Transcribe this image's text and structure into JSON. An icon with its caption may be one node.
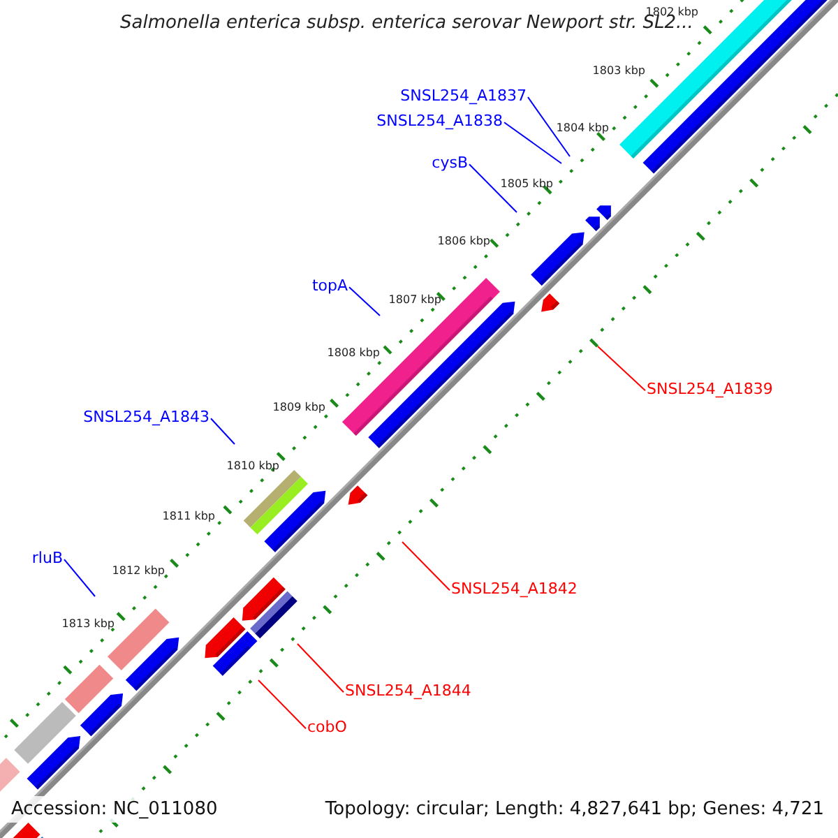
{
  "diagram": {
    "title": "Salmonella enterica subsp. enterica serovar Newport str. SL2...",
    "nodes": [
      {
        "text": [
          "SNSL254_A1837"
        ]
      },
      {
        "text": [
          "SNSL254_A1838"
        ]
      },
      {
        "text": [
          "cysB"
        ]
      },
      {
        "text": [
          "topA"
        ]
      },
      {
        "text": [
          "SNSL254_A1839"
        ]
      },
      {
        "text": [
          "SNSL254_A1843"
        ]
      },
      {
        "text": [
          "SNSL254_A1842"
        ]
      },
      {
        "text": [
          "rluB"
        ]
      },
      {
        "text": [
          "SNSL254_A1844"
        ]
      },
      {
        "text": [
          "cobO"
        ]
      }
    ],
    "edges": [
      {
        "from": 0,
        "to": null,
        "arrow": "none",
        "color": "#0000ff"
      },
      {
        "from": 1,
        "to": null,
        "arrow": "none",
        "color": "#0000ff"
      },
      {
        "from": 2,
        "to": null,
        "arrow": "none",
        "color": "#0000ff"
      },
      {
        "from": 3,
        "to": null,
        "arrow": "none",
        "color": "#0000ff"
      },
      {
        "from": 4,
        "to": null,
        "arrow": "none",
        "color": "#ff0000"
      },
      {
        "from": 5,
        "to": null,
        "arrow": "none",
        "color": "#0000ff"
      },
      {
        "from": 6,
        "to": null,
        "arrow": "none",
        "color": "#ff0000"
      },
      {
        "from": 7,
        "to": null,
        "arrow": "none",
        "color": "#0000ff"
      },
      {
        "from": 8,
        "to": null,
        "arrow": "none",
        "color": "#ff0000"
      },
      {
        "from": 9,
        "to": null,
        "arrow": "none",
        "color": "#ff0000"
      }
    ],
    "labels": [
      "1802 kbp",
      "1803 kbp",
      "1804 kbp",
      "1805 kbp",
      "1806 kbp",
      "1807 kbp",
      "1808 kbp",
      "1809 kbp",
      "1810 kbp",
      "1811 kbp",
      "1812 kbp",
      "1813 kbp",
      "Accession: NC_011080",
      "Topology: circular; Length: 4,827,641 bp; Genes: 4,721"
    ]
  }
}
